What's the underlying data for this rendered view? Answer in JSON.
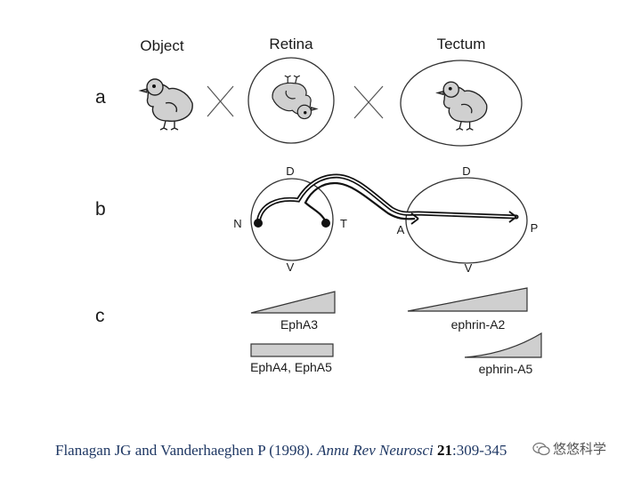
{
  "columns": {
    "object": "Object",
    "retina": "Retina",
    "tectum": "Tectum"
  },
  "rows": {
    "a": "a",
    "b": "b",
    "c": "c"
  },
  "retina_axes": {
    "dorsal": "D",
    "ventral": "V",
    "nasal": "N",
    "temporal": "T"
  },
  "tectum_axes": {
    "dorsal": "D",
    "ventral": "V",
    "anterior": "A",
    "posterior": "P"
  },
  "gradients": {
    "epha3": "EphA3",
    "epha4_epha5": "EphA4, EphA5",
    "ephrin_a2": "ephrin-A2",
    "ephrin_a5": "ephrin-A5"
  },
  "citation": {
    "authors": "Flanagan JG and Vanderhaeghen P (1998). ",
    "journal": "Annu Rev Neurosci",
    "volume": "21",
    "pages": ":309-345"
  },
  "watermark": {
    "text": "悠悠科学"
  },
  "colors": {
    "fill_gray": "#cfcfcf",
    "citation_blue": "#1f3864"
  }
}
